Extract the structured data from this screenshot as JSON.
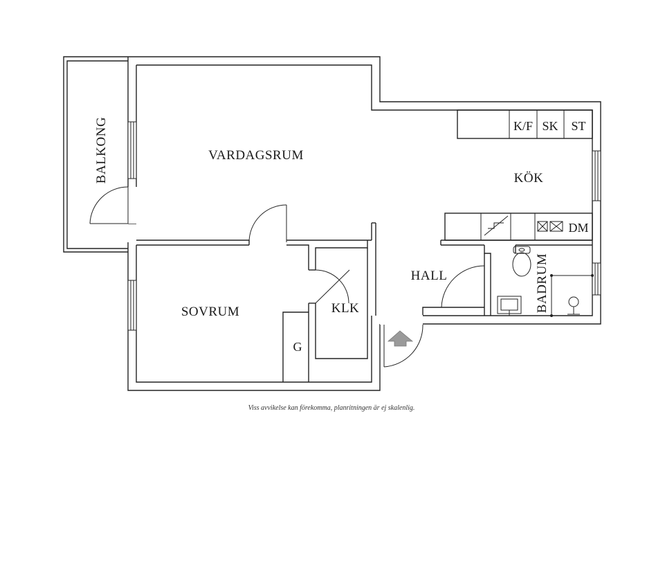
{
  "rooms": {
    "balcony": "BALKONG",
    "living_room": "VARDAGSRUM",
    "kitchen": "KÖK",
    "bedroom": "SOVRUM",
    "walk_in_closet": "KLK",
    "hall": "HALL",
    "bathroom": "BADRUM"
  },
  "fixtures": {
    "fridge_freezer": "K/F",
    "cabinet_sk": "SK",
    "stove": "ST",
    "dishwasher": "DM",
    "wardrobe": "G"
  },
  "disclaimer": "Viss avvikelse kan förekomma, planritningen är ej skalenlig.",
  "colors": {
    "line": "#222222",
    "entrance_arrow": "#9a9a9a"
  }
}
